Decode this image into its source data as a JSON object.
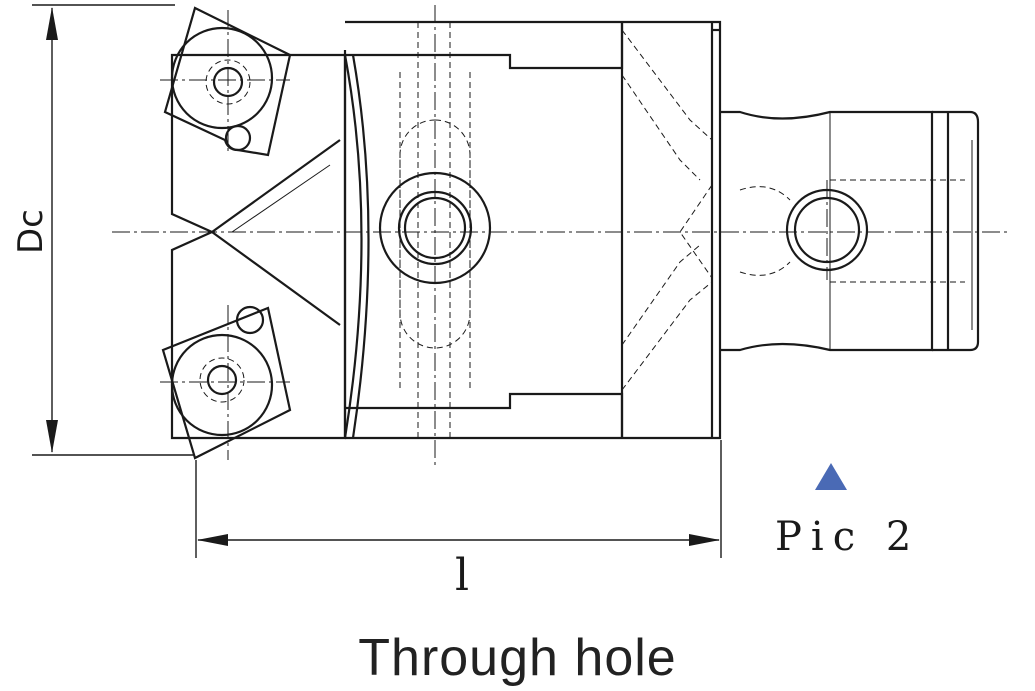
{
  "labels": {
    "diameter": "Dc",
    "length": "l",
    "pic": "Pic 2",
    "caption": "Through hole"
  },
  "marker": {
    "shape": "triangle-up",
    "color": "#4a6ab5"
  }
}
